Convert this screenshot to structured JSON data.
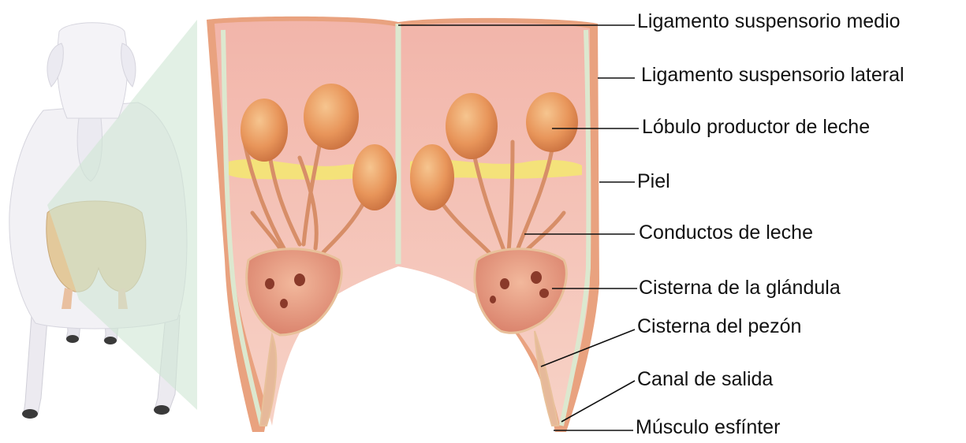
{
  "labels": [
    {
      "id": "median",
      "text": "Ligamento suspensorio medio"
    },
    {
      "id": "lateral",
      "text": "Ligamento suspensorio lateral"
    },
    {
      "id": "lobule",
      "text": "Lóbulo productor de leche"
    },
    {
      "id": "skin",
      "text": "Piel"
    },
    {
      "id": "ducts",
      "text": "Conductos de leche"
    },
    {
      "id": "gland_cistern",
      "text": "Cisterna de la glándula"
    },
    {
      "id": "teat_cistern",
      "text": "Cisterna del pezón"
    },
    {
      "id": "streak_canal",
      "text": "Canal de salida"
    },
    {
      "id": "sphincter",
      "text": "Músculo esfínter"
    }
  ],
  "colors": {
    "tissue": "#f0b3a8",
    "tissue_light": "#f6cfc4",
    "lobule": "#e89a62",
    "fat": "#f4e27a",
    "ligament": "#dce8cf",
    "skin": "#e9a27f",
    "highlight": "#cfe6d4",
    "udder_small": "#e6c79a"
  }
}
